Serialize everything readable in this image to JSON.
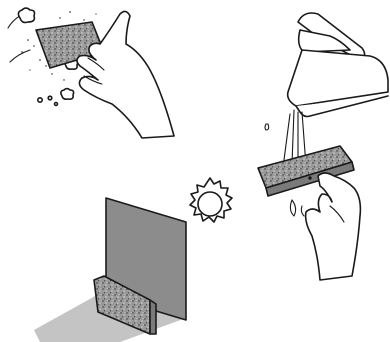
{
  "scene": {
    "panels": [
      {
        "name": "scrubbing-sponge",
        "icon": "hand-rubbing-sponge-icon"
      },
      {
        "name": "rinsing-under-faucet",
        "icon": "faucet-rinse-icon"
      },
      {
        "name": "drying-in-sun",
        "icon": "sun-dry-icon"
      }
    ],
    "colors": {
      "ink": "#1a1a1a",
      "sponge": "#9a9a9a",
      "shadow": "#c4c4c4",
      "board": "#8c8c8c",
      "paper": "#ffffff"
    }
  }
}
